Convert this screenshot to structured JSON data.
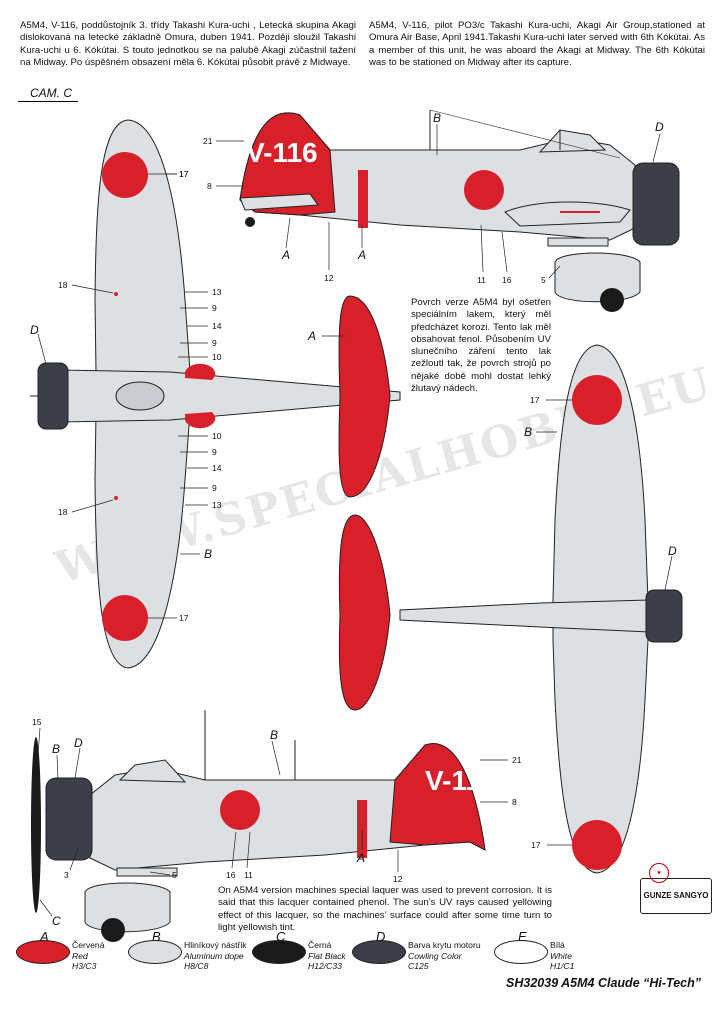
{
  "description": {
    "cz": "A5M4, V-116, poddůstojník 3. třídy Takashi Kura-uchi , Letecká skupina Akagi dislokovaná na letecké základně Omura, duben 1941. Později sloužil Takashi Kura-uchi u 6. Kókútai. S touto jednotkou se na palubě Akagi zúčastnil tažení na Midway. Po úspěšném obsazení měla 6. Kókútai působit právě z Midwaye.",
    "en": "A5M4, V-116, pilot PO3/c Takashi Kura-uchi, Akagi Air Group,stationed at Omura Air Base, April 1941.Takashi Kura-uchi later served with 6th Kókútai. As a member of this unit, he was aboard the Akagi at Midway. The 6th Kókútai was to be stationed on Midway after its capture."
  },
  "camo_label": "CAM. C",
  "aircraft_code": "V-116",
  "note_cz": "Povrch verze A5M4 byl ošetřen speciálním lakem, který měl předcházet korozi. Tento lak měl obsahovat fenol. Působením UV slunečního záření tento lak zežloutl tak, že povrch strojů po nějaké době mohl dostat lehký žlutavý nádech.",
  "note_en": "On A5M4 version machines special laquer was used to prevent corrosion. It is said that this lacquer contained phenol. The sun’s UV rays caused yellowing effect of this lacquer, so the machines’ surface could after some time turn to light yellowish tint.",
  "watermark": "WWW.SPECIALHOBBY.EU",
  "brand_logo": "GUNZE SANGYO",
  "product_title": "SH32039 A5M4 Claude “Hi-Tech”",
  "colors": {
    "red": "#d8202b",
    "aluminium": "#dde0e3",
    "black": "#1a1a1a",
    "cowling": "#3c3e4a",
    "white": "#ffffff",
    "outline": "#222222"
  },
  "callouts": {
    "side_top": [
      "21",
      "8",
      "B",
      "D",
      "17",
      "A",
      "12",
      "A",
      "11",
      "16",
      "5"
    ],
    "bottom_view": [
      "17",
      "18",
      "13",
      "9",
      "14",
      "9",
      "10",
      "D",
      "10",
      "9",
      "14",
      "9",
      "13",
      "18",
      "17",
      "B"
    ],
    "tail_top": [
      "A"
    ],
    "top_view": [
      "17",
      "B",
      "D"
    ],
    "side_bottom": [
      "15",
      "B",
      "D",
      "B",
      "21",
      "8",
      "3",
      "16",
      "11",
      "A",
      "12",
      "5",
      "17",
      "C"
    ]
  },
  "legend": [
    {
      "letter": "A",
      "cz": "Červená",
      "en": "Red",
      "code": "H3/C3",
      "color": "#d8202b"
    },
    {
      "letter": "B",
      "cz": "Hliníkový nástřik",
      "en": "Aluminum dope",
      "code": "H8/C8",
      "color": "#dde0e3"
    },
    {
      "letter": "C",
      "cz": "Černá",
      "en": "Flat Black",
      "code": "H12/C33",
      "color": "#1a1a1a"
    },
    {
      "letter": "D",
      "cz": "Barva krytu motoru",
      "en": "Cowling Color",
      "code": "C125",
      "color": "#3c3e4a"
    },
    {
      "letter": "E",
      "cz": "Bílá",
      "en": "White",
      "code": "H1/C1",
      "color": "#ffffff"
    }
  ]
}
